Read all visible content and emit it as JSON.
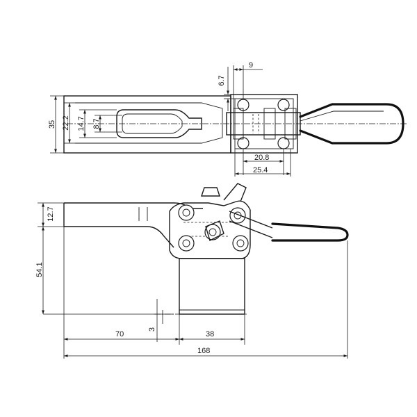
{
  "top_view": {
    "dims": {
      "d_9": "9",
      "d_6_7": "6.7",
      "d_35": "35",
      "d_22_2": "22.2",
      "d_14_7": "14.7",
      "d_8_7": "8.7",
      "d_20_8": "20.8",
      "d_25_4": "25.4"
    }
  },
  "side_view": {
    "dims": {
      "d_12_7": "12.7",
      "d_54_1": "54.1",
      "d_70": "70",
      "d_3": "3",
      "d_38": "38",
      "d_168": "168"
    }
  }
}
